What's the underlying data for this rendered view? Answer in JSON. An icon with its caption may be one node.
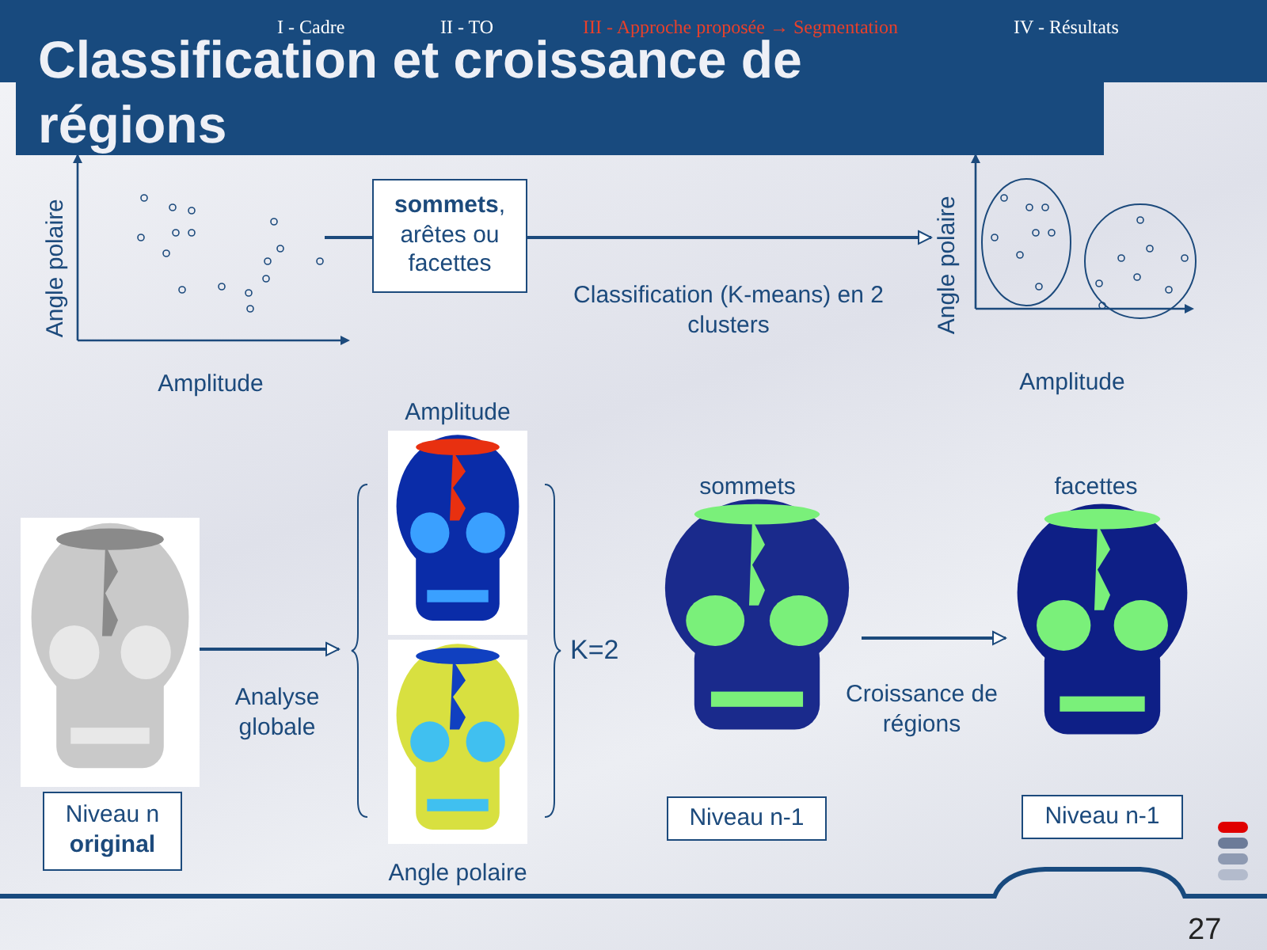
{
  "diagram": {
    "title": "Classification et croissance de régions",
    "nodes": [
      {
        "text": [],
        "shape": "picture",
        "beside": [
          "Angle polaire",
          "Amplitude"
        ]
      },
      {
        "text": [
          "**sommets**, arêtes ou facettes"
        ]
      },
      {
        "text": [],
        "shape": "picture",
        "beside": [
          "Angle polaire",
          "Amplitude"
        ]
      },
      {
        "text": [],
        "shape": "picture"
      },
      {
        "text": [
          "Niveau n **original**"
        ]
      },
      {
        "text": [],
        "shape": "picture",
        "beside": [
          "Amplitude"
        ]
      },
      {
        "text": [],
        "shape": "picture",
        "beside": [
          "Angle polaire"
        ]
      },
      {
        "text": [],
        "shape": "picture",
        "beside": [
          "sommets"
        ]
      },
      {
        "text": [
          "Niveau n-1"
        ]
      },
      {
        "text": [],
        "shape": "picture",
        "beside": [
          "facettes"
        ]
      },
      {
        "text": [
          "Niveau n-1"
        ]
      }
    ],
    "edges": [
      {
        "from": 1,
        "to": 0,
        "arrow": "none"
      },
      {
        "from": 1,
        "to": 2,
        "arrow": "to",
        "label": "Classification (K-means) en 2 clusters"
      },
      {
        "from": 3,
        "to": null,
        "arrow": "to",
        "label": "Analyse globale"
      },
      {
        "from": 7,
        "to": 9,
        "arrow": "to",
        "label": "Croissance de régions"
      }
    ],
    "labels": [
      "I - Cadre",
      "II - TO",
      "III - Approche proposée → Segmentation",
      "IV - Résultats",
      "K=2",
      "27"
    ]
  }
}
